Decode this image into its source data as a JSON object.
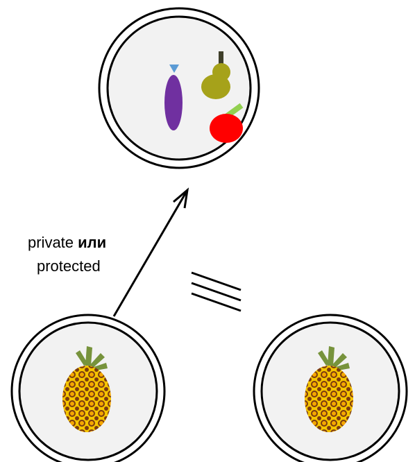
{
  "edge_label": {
    "line1_regular": "private ",
    "line1_bold": "или",
    "line2": "protected"
  },
  "nodes": {
    "base": {
      "contents": [
        "eggplant",
        "pear",
        "apple"
      ]
    },
    "derived_left": {
      "contents": [
        "pineapple"
      ]
    },
    "derived_right": {
      "contents": [
        "pineapple"
      ]
    }
  },
  "relations": {
    "inheritance_arrow": "derived_left -> base",
    "equivalence_symbol": "≡"
  },
  "colors": {
    "plate_fill": "#f2f2f2",
    "stroke": "#000000",
    "eggplant": "#7030a0",
    "eggplant_cap": "#5b9bd5",
    "pear": "#a6a21a",
    "stem": "#3f3f2a",
    "apple": "#ff0000",
    "apple_leaf": "#92d050",
    "pineapple_body": "#f5c400",
    "pineapple_pattern": "#7a3b10",
    "pineapple_leaves": "#77933c"
  }
}
